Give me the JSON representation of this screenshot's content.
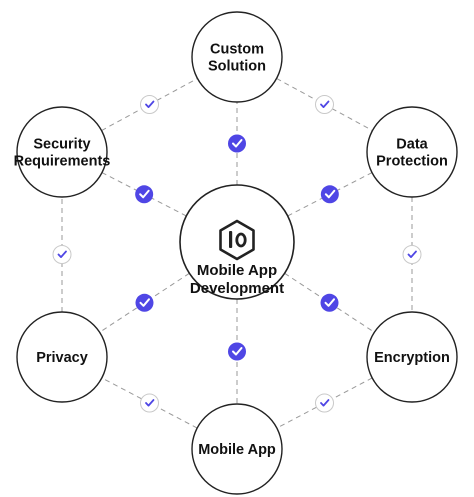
{
  "diagram": {
    "center": {
      "id": "center",
      "lines": [
        "Mobile App",
        "Development"
      ],
      "icon": "hexagon-logo-icon"
    },
    "nodes": [
      {
        "id": "custom-solution",
        "lines": [
          "Custom",
          "Solution"
        ]
      },
      {
        "id": "data-protection",
        "lines": [
          "Data",
          "Protection"
        ]
      },
      {
        "id": "encryption",
        "lines": [
          "Encryption"
        ]
      },
      {
        "id": "mobile-app",
        "lines": [
          "Mobile App"
        ]
      },
      {
        "id": "privacy",
        "lines": [
          "Privacy"
        ]
      },
      {
        "id": "security-requirements",
        "lines": [
          "Security",
          "Requirements"
        ]
      }
    ],
    "spoke_badge": "check-badge-filled-icon",
    "ring_badge": "check-badge-outline-icon",
    "colors": {
      "accent": "#4f46e5",
      "line": "#9a9a9a",
      "stroke": "#222222",
      "text": "#111111"
    }
  }
}
